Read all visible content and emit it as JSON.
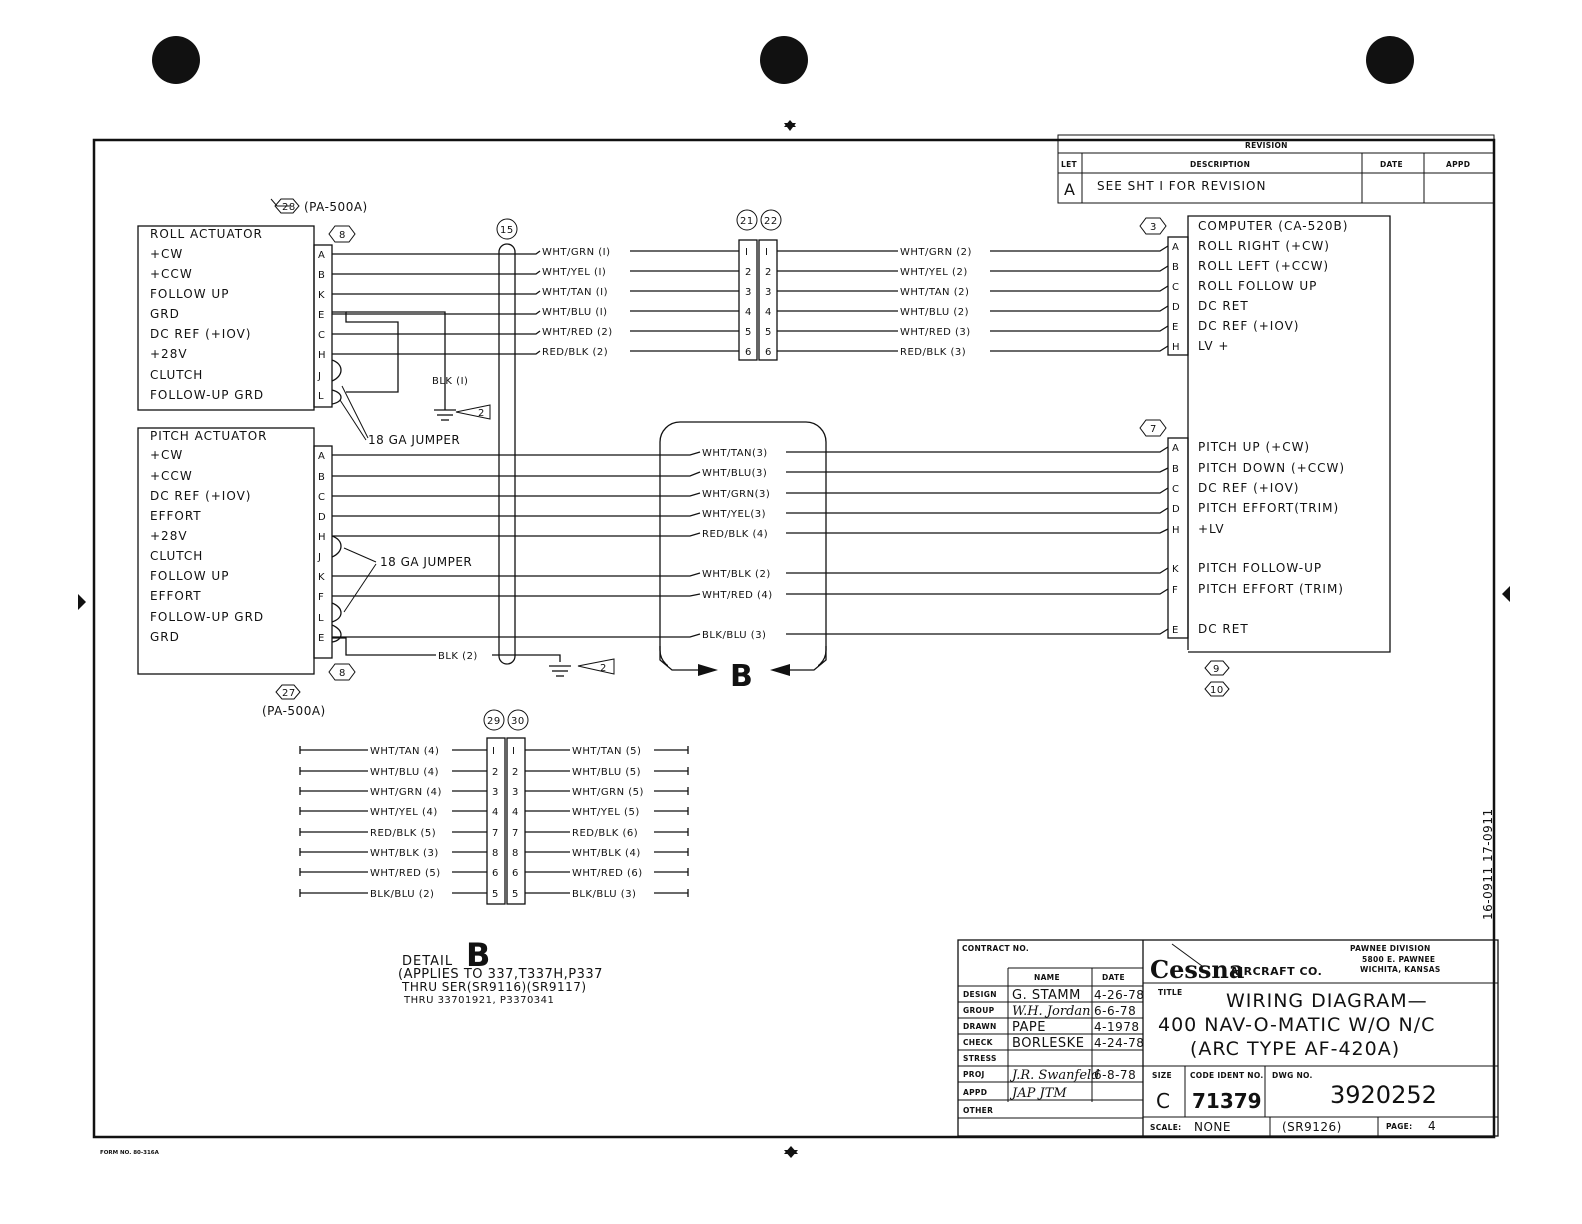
{
  "revision": {
    "header": "REVISION",
    "col_let": "LET",
    "col_description": "DESCRIPTION",
    "col_date": "DATE",
    "col_appd": "APPD",
    "row_let": "A",
    "row_description": "SEE SHT I FOR REVISION"
  },
  "roll_actuator": {
    "ref": "28",
    "part": "(PA-500A)",
    "conn": "8",
    "title": "ROLL ACTUATOR",
    "pins": [
      {
        "label": "+CW",
        "pin": "A"
      },
      {
        "label": "+CCW",
        "pin": "B"
      },
      {
        "label": "FOLLOW UP",
        "pin": "K"
      },
      {
        "label": "GRD",
        "pin": "E"
      },
      {
        "label": "DC REF (+IOV)",
        "pin": "C"
      },
      {
        "label": "+28V",
        "pin": "H"
      },
      {
        "label": "CLUTCH",
        "pin": "J"
      },
      {
        "label": "FOLLOW-UP GRD",
        "pin": "L"
      }
    ]
  },
  "pitch_actuator": {
    "ref": "27",
    "part": "(PA-500A)",
    "conn": "8",
    "title": "PITCH ACTUATOR",
    "pins": [
      {
        "label": "+CW",
        "pin": "A"
      },
      {
        "label": "+CCW",
        "pin": "B"
      },
      {
        "label": "DC REF (+IOV)",
        "pin": "C"
      },
      {
        "label": "EFFORT",
        "pin": "D"
      },
      {
        "label": "+28V",
        "pin": "H"
      },
      {
        "label": "CLUTCH",
        "pin": "J"
      },
      {
        "label": "FOLLOW UP",
        "pin": "K"
      },
      {
        "label": "EFFORT",
        "pin": "F"
      },
      {
        "label": "FOLLOW-UP GRD",
        "pin": "L"
      },
      {
        "label": "GRD",
        "pin": "E"
      }
    ]
  },
  "computer": {
    "conn_top": "3",
    "conn_mid": "7",
    "ref_a": "9",
    "ref_b": "10",
    "title": "COMPUTER (CA-520B)",
    "pins_top": [
      {
        "label": "ROLL RIGHT (+CW)",
        "pin": "A"
      },
      {
        "label": "ROLL LEFT (+CCW)",
        "pin": "B"
      },
      {
        "label": "ROLL FOLLOW UP",
        "pin": "C"
      },
      {
        "label": "DC RET",
        "pin": "D"
      },
      {
        "label": "DC REF (+IOV)",
        "pin": "E"
      },
      {
        "label": "LV +",
        "pin": "H"
      }
    ],
    "pins_bottom": [
      {
        "label": "PITCH UP (+CW)",
        "pin": "A"
      },
      {
        "label": "PITCH DOWN (+CCW)",
        "pin": "B"
      },
      {
        "label": "DC REF (+IOV)",
        "pin": "C"
      },
      {
        "label": "PITCH EFFORT(TRIM)",
        "pin": "D"
      },
      {
        "label": "+LV",
        "pin": "H"
      },
      {
        "label": "PITCH FOLLOW-UP",
        "pin": "K"
      },
      {
        "label": "PITCH EFFORT (TRIM)",
        "pin": "F"
      },
      {
        "label": "DC RET",
        "pin": "E"
      }
    ]
  },
  "roll_wires": {
    "left": [
      "WHT/GRN (I)",
      "WHT/YEL (I)",
      "WHT/TAN (I)",
      "WHT/BLU (I)",
      "WHT/RED (2)",
      "RED/BLK (2)"
    ],
    "right": [
      "WHT/GRN (2)",
      "WHT/YEL (2)",
      "WHT/TAN (2)",
      "WHT/BLU (2)",
      "WHT/RED (3)",
      "RED/BLK (3)"
    ]
  },
  "connector_21_22": {
    "ref_a": "21",
    "ref_b": "22",
    "pins_a": [
      "I",
      "2",
      "3",
      "4",
      "5",
      "6"
    ],
    "pins_b": [
      "I",
      "2",
      "3",
      "4",
      "5",
      "6"
    ]
  },
  "bundle_ref": "15",
  "pitch_wires": [
    "WHT/TAN(3)",
    "WHT/BLU(3)",
    "WHT/GRN(3)",
    "WHT/YEL(3)",
    "RED/BLK (4)",
    "WHT/BLK (2)",
    "WHT/RED (4)",
    "BLK/BLU (3)"
  ],
  "annotations": {
    "blk1": "BLK (I)",
    "blk2": "BLK (2)",
    "note_flag": "2",
    "jumper_top": "18 GA JUMPER",
    "jumper_bottom": "18 GA JUMPER",
    "detail_mark": "B"
  },
  "detail_b": {
    "ref_a": "29",
    "ref_b": "30",
    "left": [
      "WHT/TAN (4)",
      "WHT/BLU (4)",
      "WHT/GRN (4)",
      "WHT/YEL (4)",
      "RED/BLK (5)",
      "WHT/BLK (3)",
      "WHT/RED (5)",
      "BLK/BLU (2)"
    ],
    "pins_a": [
      "I",
      "2",
      "3",
      "4",
      "7",
      "8",
      "6",
      "5"
    ],
    "pins_b": [
      "I",
      "2",
      "3",
      "4",
      "7",
      "8",
      "6",
      "5"
    ],
    "right": [
      "WHT/TAN (5)",
      "WHT/BLU (5)",
      "WHT/GRN (5)",
      "WHT/YEL (5)",
      "RED/BLK (6)",
      "WHT/BLK (4)",
      "WHT/RED (6)",
      "BLK/BLU (3)"
    ],
    "caption_word": "DETAIL",
    "caption_letter": "B",
    "note1": "(APPLIES TO 337,T337H,P337",
    "note2": "THRU SER(SR9116)(SR9117)",
    "note3": "THRU 33701921, P3370341"
  },
  "title_block": {
    "contract_label": "CONTRACT NO.",
    "col_name": "NAME",
    "col_date": "DATE",
    "rows": [
      {
        "role": "DESIGN",
        "name": "G. STAMM",
        "date": "4-26-78"
      },
      {
        "role": "GROUP",
        "name": "W.H. Jordan",
        "date": "6-6-78"
      },
      {
        "role": "DRAWN",
        "name": "PAPE",
        "date": "4-1978"
      },
      {
        "role": "CHECK",
        "name": "BORLESKE",
        "date": "4-24-78"
      },
      {
        "role": "STRESS",
        "name": "",
        "date": ""
      },
      {
        "role": "PROJ",
        "name": "J.R. Swanfeld",
        "date": "6-8-78"
      },
      {
        "role": "APPD",
        "name": "JAP JTM",
        "date": ""
      },
      {
        "role": "OTHER",
        "name": "",
        "date": ""
      }
    ],
    "company": "Cessna",
    "company_suffix": "AIRCRAFT CO.",
    "division1": "PAWNEE DIVISION",
    "division2": "5800 E. PAWNEE",
    "division3": "WICHITA, KANSAS",
    "title_label": "TITLE",
    "title1": "WIRING DIAGRAM—",
    "title2": "400 NAV-O-MATIC W/O N/C",
    "title3": "(ARC TYPE AF-420A)",
    "size_label": "SIZE",
    "size": "C",
    "code_label": "CODE IDENT NO.",
    "code": "71379",
    "dwg_label": "DWG NO.",
    "dwg": "3920252",
    "scale_label": "SCALE:",
    "scale": "NONE",
    "serial": "(SR9126)",
    "page_label": "PAGE:",
    "page": "4"
  },
  "margin_note": "16-0911 17-0911",
  "form_no": "FORM NO. 80-316A"
}
